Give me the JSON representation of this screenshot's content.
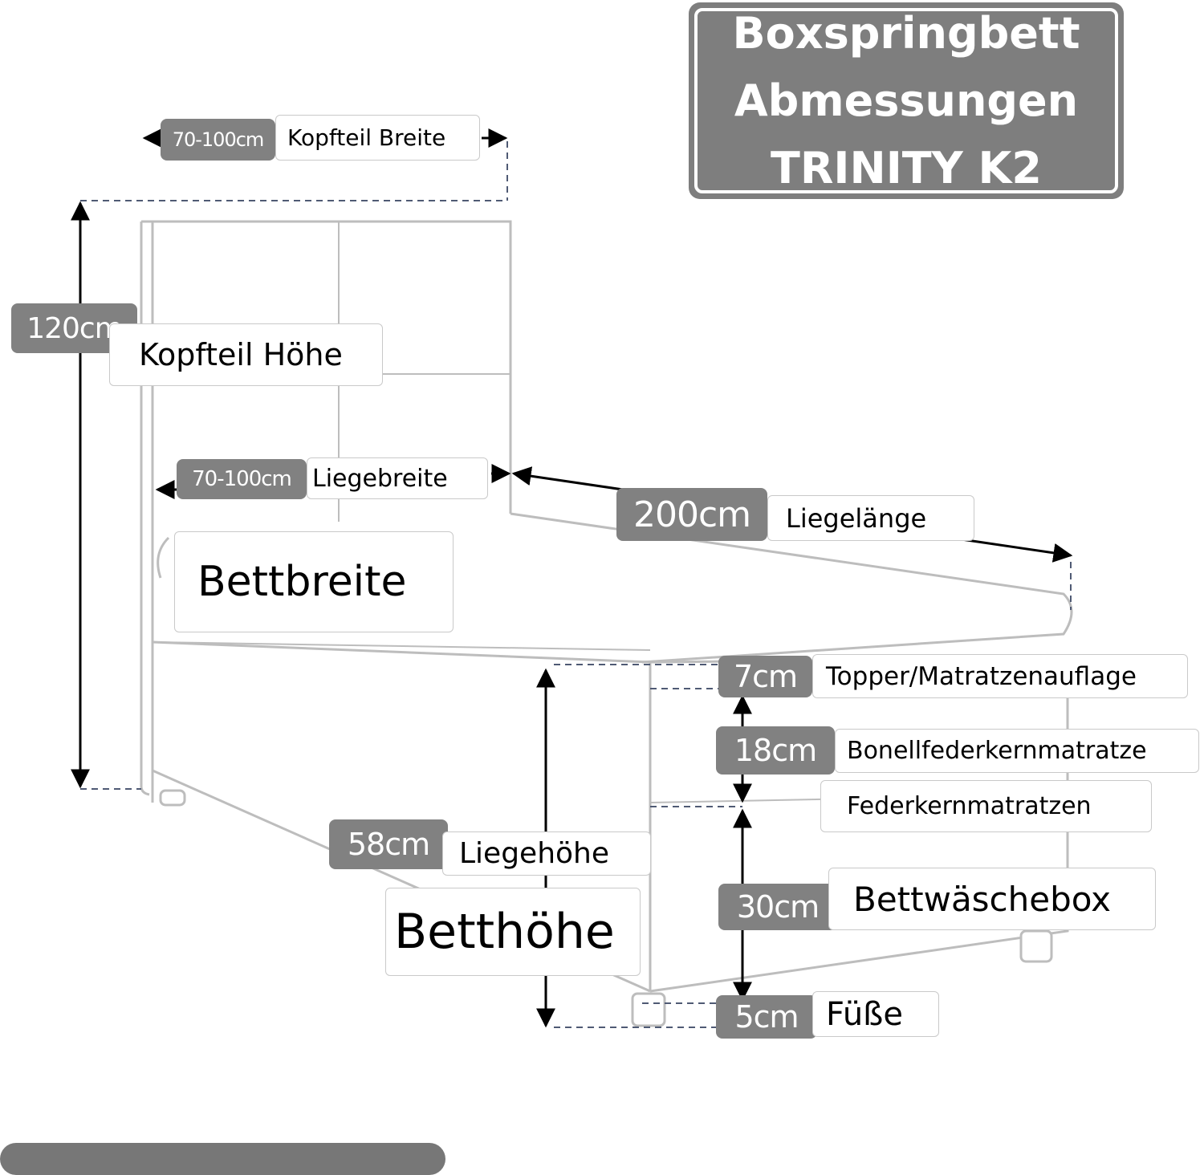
{
  "title": {
    "line1": "Boxspringbett",
    "line2": "Abmessungen",
    "line3": "TRINITY K2"
  },
  "dimensions": {
    "kopfteil_breite": {
      "value": "70-100cm",
      "label": "Kopfteil Breite"
    },
    "kopfteil_hoehe": {
      "value": "120cm",
      "label": "Kopfteil Höhe"
    },
    "liegebreite": {
      "value": "70-100cm",
      "label": "Liegebreite"
    },
    "bettbreite": {
      "label": "Bettbreite"
    },
    "liegelaenge": {
      "value": "200cm",
      "label": "Liegelänge"
    },
    "topper": {
      "value": "7cm",
      "label": "Topper/Matratzenauflage"
    },
    "matratze": {
      "value": "18cm",
      "label": "Bonellfederkernmatratze",
      "sublabel": "Federkernmatratzen"
    },
    "liegehoehe": {
      "value": "58cm",
      "label": "Liegehöhe"
    },
    "betthoehe": {
      "label": "Betthöhe"
    },
    "bettwaeschebox": {
      "value": "30cm",
      "label": "Bettwäschebox"
    },
    "fuesse": {
      "value": "5cm",
      "label": "Füße"
    }
  },
  "colors": {
    "badge": "#818181",
    "title_bg": "#7e7e7e",
    "bed_outline": "#bdbdbd",
    "dimension_line": "#000000",
    "dashed_line": "#4f5a74"
  }
}
